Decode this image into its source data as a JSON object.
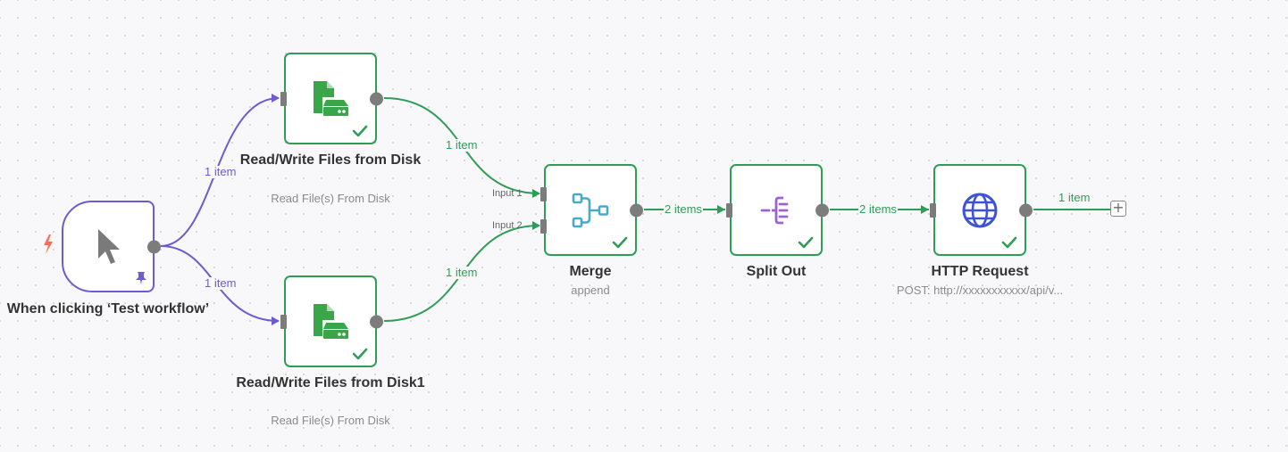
{
  "nodes": {
    "trigger": {
      "title": "When clicking ‘Test workflow’"
    },
    "read1": {
      "title": "Read/Write Files from Disk",
      "subtitle": "Read File(s) From Disk"
    },
    "read2": {
      "title": "Read/Write Files from Disk1",
      "subtitle": "Read File(s) From Disk"
    },
    "merge": {
      "title": "Merge",
      "subtitle": "append",
      "inputs": [
        "Input 1",
        "Input 2"
      ]
    },
    "split": {
      "title": "Split Out"
    },
    "http": {
      "title": "HTTP Request",
      "subtitle": "POST: http://xxxxxxxxxxx/api/v..."
    }
  },
  "edges": {
    "trigger_read1": "1 item",
    "trigger_read2": "1 item",
    "read1_merge": "1 item",
    "read2_merge": "1 item",
    "merge_split": "2 items",
    "split_http": "2 items",
    "http_out": "1 item"
  },
  "add_button": "+",
  "colors": {
    "success": "#2f9d57",
    "trigger": "#6e5bd0",
    "handle": "#7c7c7c",
    "file_icon": "#3aa64a",
    "merge_icon": "#4aa9c9",
    "split_icon": "#9a62d3",
    "http_icon": "#3d52d8",
    "bolt": "#ff6d5a"
  },
  "icons": {
    "trigger": "cursor-icon",
    "read": "file-disk-icon",
    "merge": "merge-icon",
    "split": "split-out-icon",
    "http": "globe-icon"
  }
}
